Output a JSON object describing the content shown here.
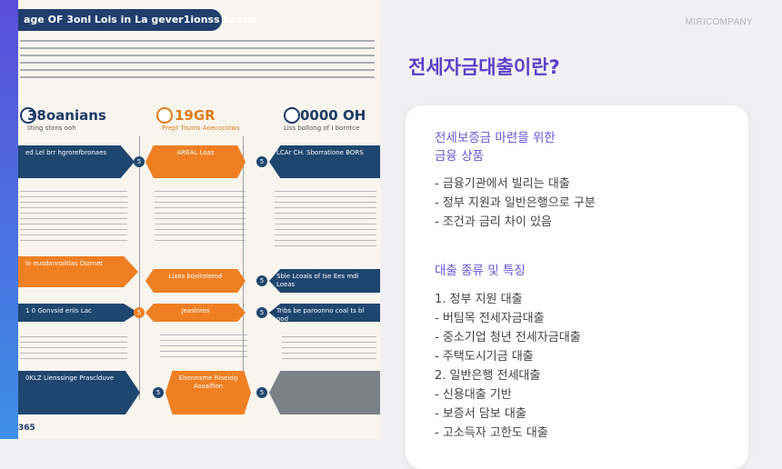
{
  "brand": "MIRICOMPANY",
  "heading": "전세자금대출이란?",
  "card": {
    "section1": {
      "title_line1": "전세보증금 마련을 위한",
      "title_line2": "금융 상품",
      "items": [
        "- 금융기관에서 빌리는 대출",
        "- 정부 지원과 일반은행으로 구분",
        "- 조건과 금리 차이 있음"
      ]
    },
    "section2": {
      "title": "대출 종류 및 특징",
      "items": [
        "1. 정부 지원 대출",
        "- 버팀목 전세자금대출",
        "- 중소기업 청년 전세자금대출",
        "- 주택도시기금 대출",
        "2. 일반은행 전세대출",
        "- 신용대출 기반",
        "- 보증서 담보 대출",
        "- 고소득자 고한도 대출"
      ]
    }
  },
  "infographic": {
    "title": "age OF 3onl Lois in La gever1ionss Loans",
    "stats": [
      {
        "value": "38oanians",
        "sub": "liting stons ooh"
      },
      {
        "value": "19GR",
        "sub": "Prept Tisons Aoecoclows"
      },
      {
        "value": "0000 OH",
        "sub": "Liss bollong of I borntce"
      }
    ],
    "boxes": {
      "row1_left": "ed Lel brr hgrorefbronaes",
      "row1_mid": "AREAL Loas",
      "row1_right": "LCAr CH. Sborratione BORS",
      "row3_left": "le eusdanroiitlas Osirnet",
      "row3_mid": "Lixes bositeierod",
      "row3_right": "Sble Lcoals of Ise Ees mdl Loeas",
      "row4_left": "1 0 Gonvsid eriis Lac",
      "row4_mid": "Jeasimes",
      "row4_right": "Tribs be paroonno coal ts bl ood",
      "row5_left": "0KLZ Lienssinge Prasclduve",
      "row5_mid": "Ebennsme Riseidg Asoalfion",
      "row5_right": ""
    },
    "footer": "365",
    "nodes": [
      "5",
      "5",
      "5",
      "5",
      "5",
      "5",
      "5",
      "5"
    ]
  },
  "colors": {
    "accent_purple": "#5b3fc9",
    "section_title": "#6a55d6",
    "navy": "#1e466f",
    "orange": "#ef7f22"
  }
}
